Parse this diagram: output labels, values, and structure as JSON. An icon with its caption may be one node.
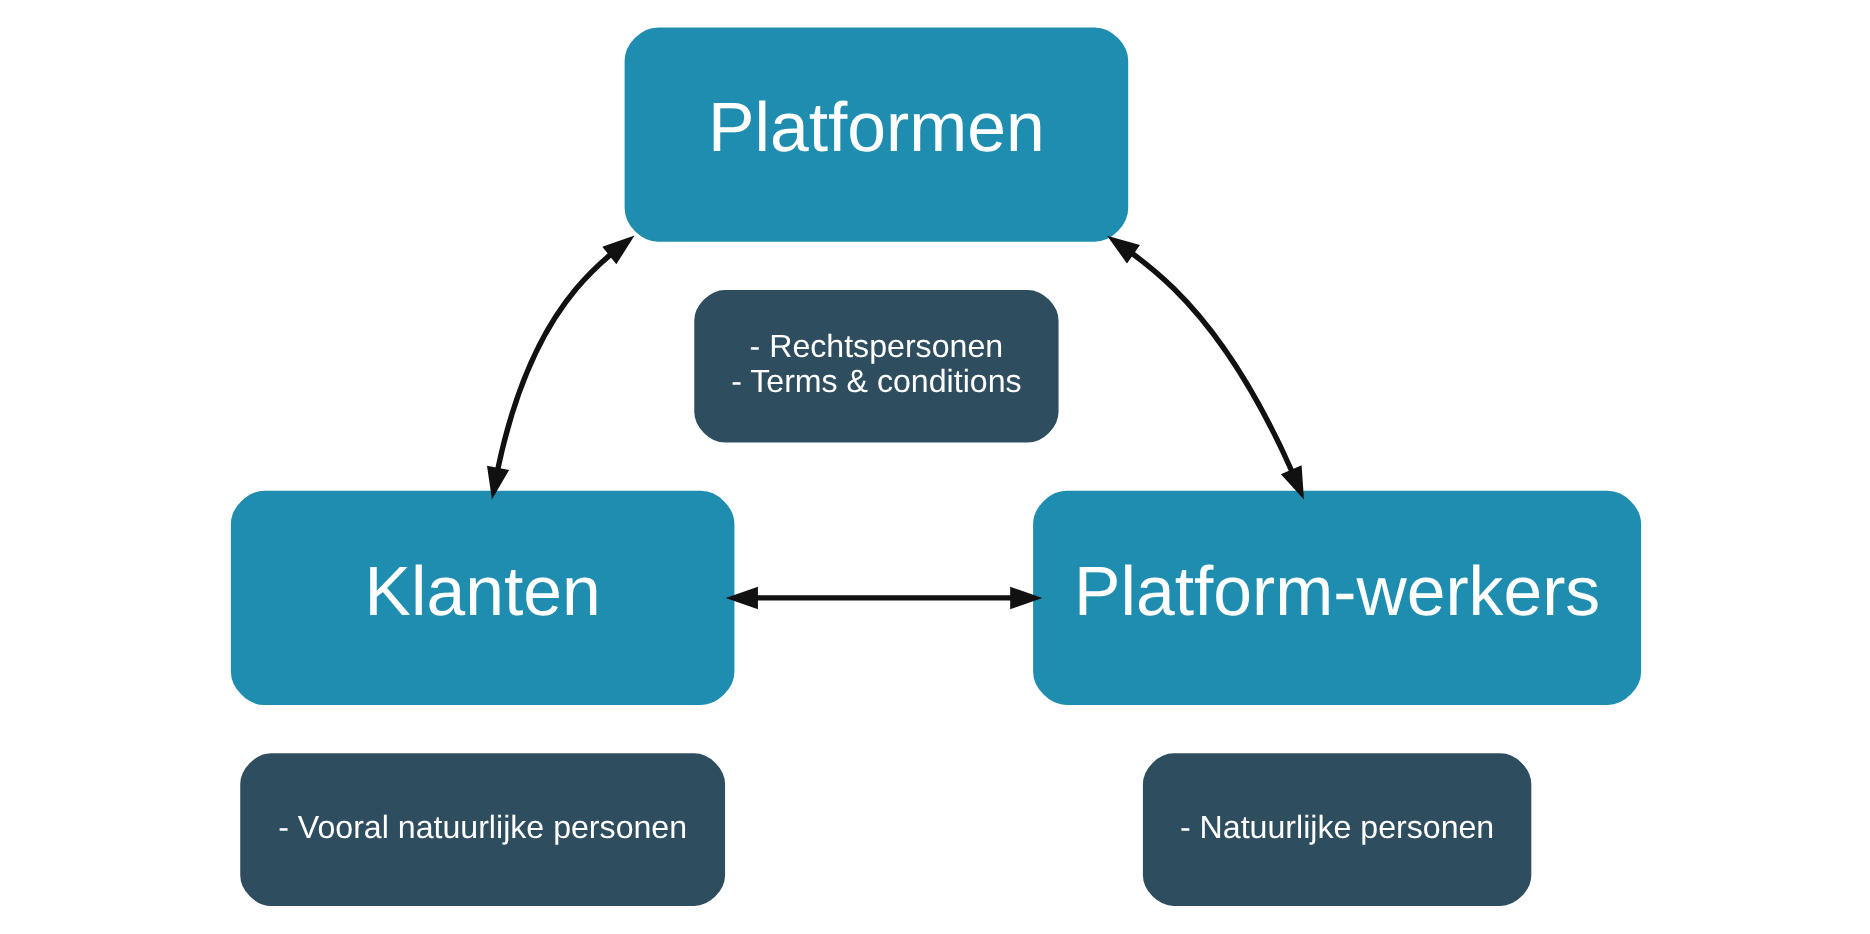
{
  "diagram": {
    "nodes": [
      {
        "text": [
          "Platformen"
        ]
      },
      {
        "text": [
          "- Rechtspersonen",
          "- Terms & conditions"
        ]
      },
      {
        "text": [
          "Klanten"
        ]
      },
      {
        "text": [
          "- Vooral natuurlijke personen"
        ]
      },
      {
        "text": [
          "Platform-werkers"
        ]
      },
      {
        "text": [
          "- Natuurlijke personen"
        ]
      }
    ],
    "edges": [
      {
        "from": 0,
        "to": 2,
        "arrow": "both"
      },
      {
        "from": 0,
        "to": 4,
        "arrow": "both"
      },
      {
        "from": 2,
        "to": 4,
        "arrow": "both"
      }
    ]
  }
}
